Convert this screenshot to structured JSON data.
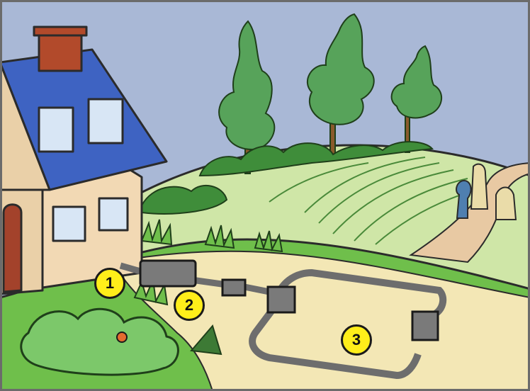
{
  "callouts": [
    {
      "label": "1"
    },
    {
      "label": "2"
    },
    {
      "label": "3"
    }
  ],
  "colors": {
    "sky": "#a9b8d6",
    "frame": "#6b6b6b",
    "hill_light": "#cfe6a7",
    "lawn": "#6fbf4b",
    "path": "#f3e7b5",
    "roof": "#3e63c2",
    "wall": "#f2d9b4",
    "chimney": "#b24a2b",
    "pipe": "#6d6d6d",
    "callout_fill": "#ffee1a"
  }
}
